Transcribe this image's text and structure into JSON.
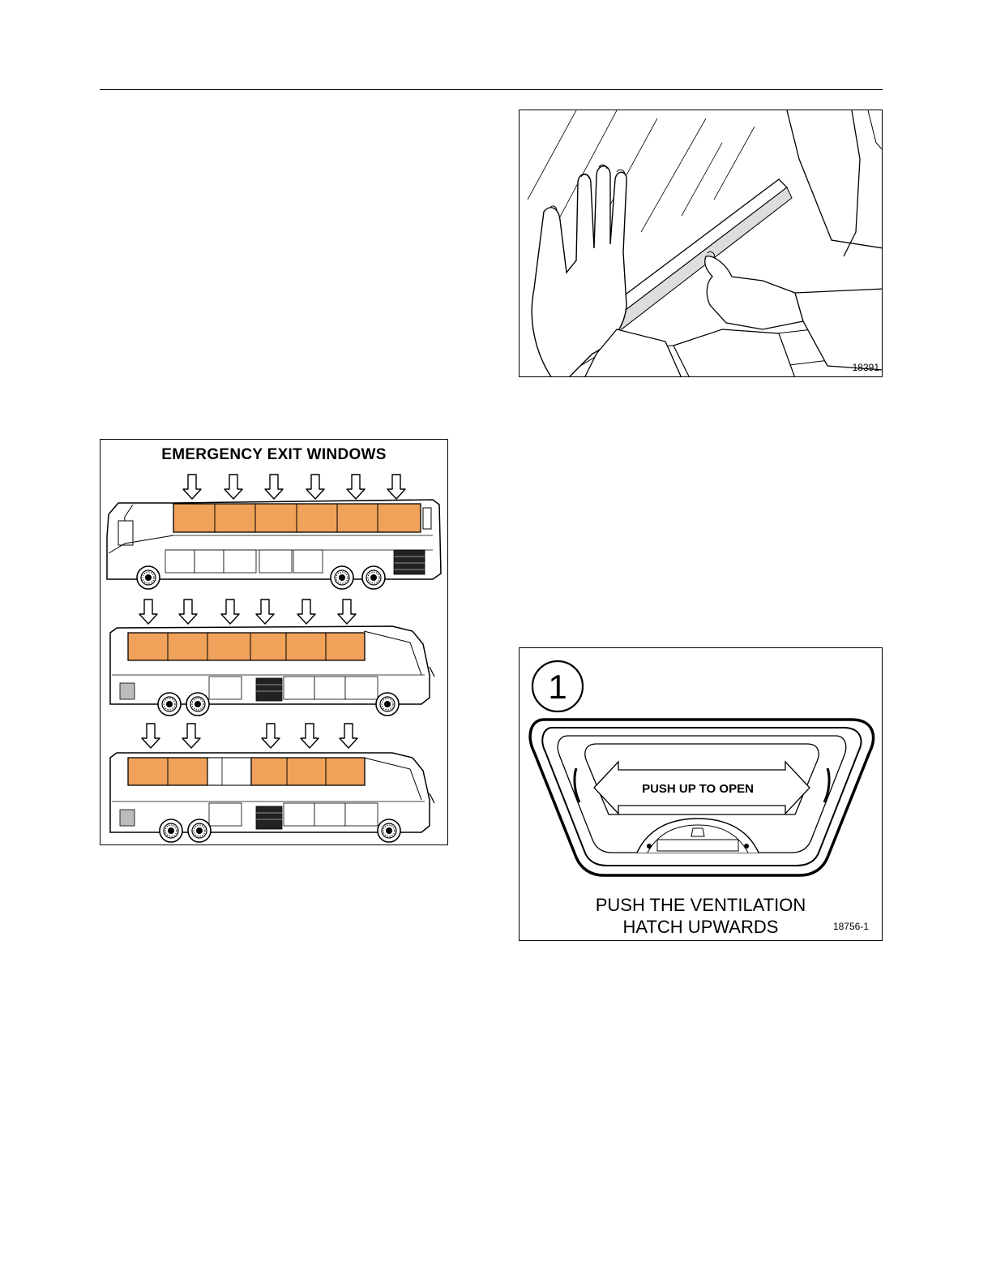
{
  "figures": {
    "windows": {
      "title": "EMERGENCY EXIT WINDOWS",
      "colors": {
        "window_fill": "#F0A25A",
        "outline": "#000000"
      }
    },
    "hands": {
      "figure_number": "18391"
    },
    "hatch": {
      "step_number": "1",
      "label": "PUSH UP TO OPEN",
      "caption_line1": "PUSH THE VENTILATION",
      "caption_line2": "HATCH UPWARDS",
      "figure_number": "18756-1"
    }
  }
}
